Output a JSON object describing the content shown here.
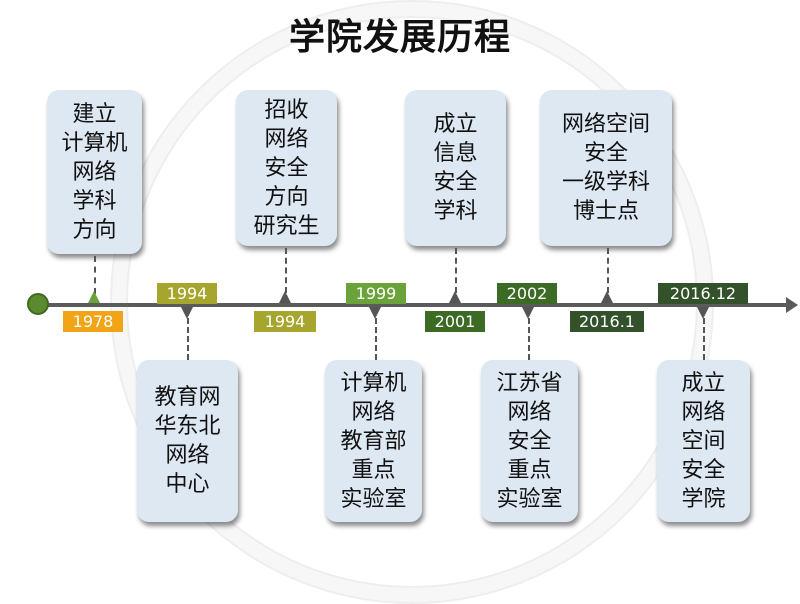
{
  "title": "学院发展历程",
  "colors": {
    "card_bg": "#dde8f3",
    "axis": "#5b5b5b",
    "year_1978": "#f0a416",
    "year_1994": "#a6a62e",
    "year_1999": "#6aa33a",
    "year_2001": "#3c6b25",
    "year_2016": "#33512a"
  },
  "events": [
    {
      "text": "建立\n计算机\n网络\n学科\n方向",
      "year": "1978"
    },
    {
      "text": "教育网\n华东北\n网络\n中心",
      "year": "1994"
    },
    {
      "text": "招收\n网络\n安全\n方向\n研究生",
      "year": "1994"
    },
    {
      "text": "计算机\n网络\n教育部\n重点\n实验室",
      "year": "1999"
    },
    {
      "text": "成立\n信息\n安全\n学科",
      "year": "2001"
    },
    {
      "text": "江苏省\n网络\n安全\n重点\n实验室",
      "year": "2002"
    },
    {
      "text": "网络空间\n安全\n一级学科\n博士点",
      "year": "2016.1"
    },
    {
      "text": "成立\n网络\n空间\n安全\n学院",
      "year": "2016.12"
    }
  ]
}
